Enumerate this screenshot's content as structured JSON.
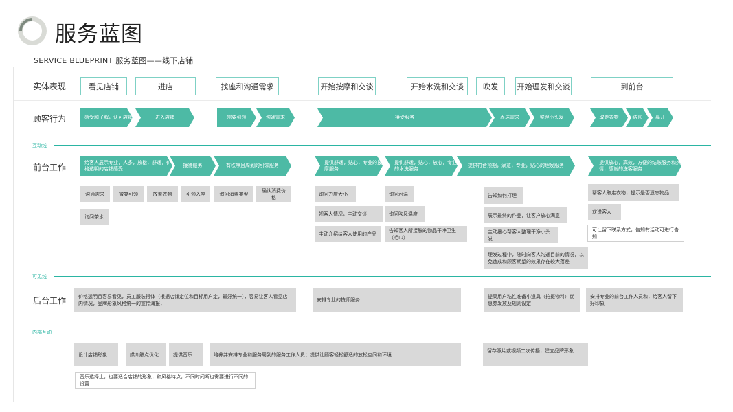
{
  "header": {
    "title": "服务蓝图",
    "subtitle": "SERVICE BLUEPRINT 服务蓝图——线下店铺"
  },
  "rows": {
    "evidence": "实体表现",
    "customer": "顾客行为",
    "frontstage": "前台工作",
    "backstage": "后台工作"
  },
  "lines": {
    "interaction": "互动线",
    "visibility": "可见线",
    "internal": "内部互动"
  },
  "evidence": [
    "看见店铺",
    "进店",
    "找座和沟通需求",
    "开始按摩和交谈",
    "开始水洗和交谈",
    "吹发",
    "开始理发和交谈",
    "到前台"
  ],
  "customer_actions": [
    "感受和了解，认可店铺",
    "进入店铺",
    "需要引领",
    "沟通需求",
    "接受服务",
    "表达需求",
    "整理小头发",
    "取走衣物",
    "结账",
    "离开"
  ],
  "frontstage_actions": [
    "给客人展示专业，人多，放松，舒适，价格透明的店铺感受",
    "接待服务",
    "有秩序且周到的引领服务",
    "提供舒适，贴心，专业的按摩服务",
    "提供舒适，贴心，放心，专业的水洗服务",
    "提供符合预期，满意，专业，贴心的理发服务",
    "提供放心，高效，方便的结账服务和热情，感谢的送客服务"
  ],
  "frontstage_details": [
    "沟通需求",
    "微笑引领",
    "放置衣物",
    "引领入座",
    "询问消费类型",
    "确认消费价格",
    "询问茶水",
    "询问力度大小",
    "视客人情况，主动交谈",
    "主动介绍给客人使用的产品",
    "询问水温",
    "询问吹风温度",
    "告知客人所接触的物品干净卫生（毛巾）",
    "告知如何打理",
    "展示最终的作品，让客户放心满意",
    "主动细心帮客人整理干净小头发",
    "理发过程中，随时向客人沟通目前的情况，以免造成和顾客期望的效果存在较大落差",
    "帮客人取走衣物，提示是否遗忘物品",
    "欢送客人",
    "可让留下联系方式，告知有活动可进行告知"
  ],
  "backstage_actions": [
    "价格透明且容易看见，员工服装得体（根据店铺定位和目标用户定，最好统一），容易让客人看见店内情况，品牌形象风格统一的宣传海报，",
    "安排专业的技师服务",
    "提高用户粘性准备小道具（拍摄物料）优惠券发放及规则设定",
    "安排专业的前台工作人员和，给客人留下好印象"
  ],
  "support_actions": [
    "设计店铺形象",
    "媒介触点优化",
    "提供音乐",
    "培养并安排专业和服务周到的服务工作人员；提供让顾客轻松舒适的放松空间和环境",
    "留存照片或视频二次传播，建立品牌形象",
    "音乐选择上，也要适合店铺的形象，和风格特点，不同时间断也需要进行不同的设置"
  ],
  "colors": {
    "accent": "#4dbaa5",
    "line": "#2bb5a3",
    "evidence_border": "#7fd1c5",
    "gray_box": "#d9d9d9"
  }
}
